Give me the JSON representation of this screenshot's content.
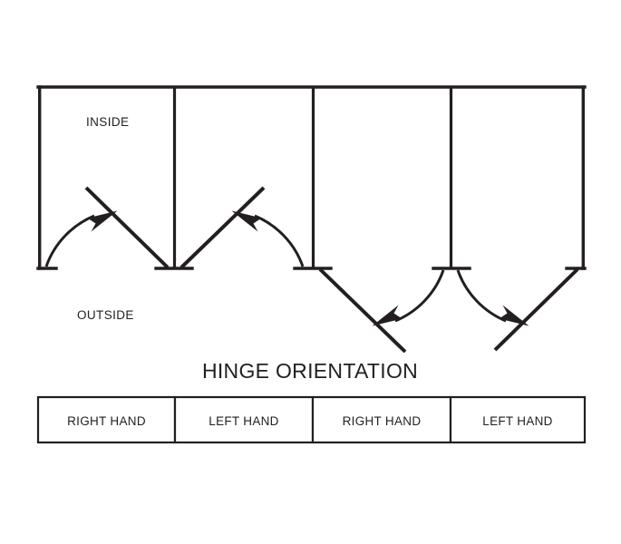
{
  "diagram": {
    "title": "HINGE ORIENTATION",
    "side_labels": {
      "inside": "INSIDE",
      "outside": "OUTSIDE"
    },
    "panels": [
      {
        "index": 1,
        "hand": "RIGHT HAND",
        "hinge_side": "right",
        "swing": "inside",
        "arrow_direction": "up-right"
      },
      {
        "index": 2,
        "hand": "LEFT HAND",
        "hinge_side": "left",
        "swing": "inside",
        "arrow_direction": "up-left"
      },
      {
        "index": 3,
        "hand": "RIGHT HAND",
        "hinge_side": "left",
        "swing": "outside",
        "arrow_direction": "down-left"
      },
      {
        "index": 4,
        "hand": "LEFT HAND",
        "hinge_side": "right",
        "swing": "outside",
        "arrow_direction": "down-right"
      }
    ],
    "table": {
      "cells": [
        "RIGHT HAND",
        "LEFT HAND",
        "RIGHT HAND",
        "LEFT HAND"
      ]
    },
    "colors": {
      "line": "#231f20",
      "background": "#ffffff"
    }
  }
}
